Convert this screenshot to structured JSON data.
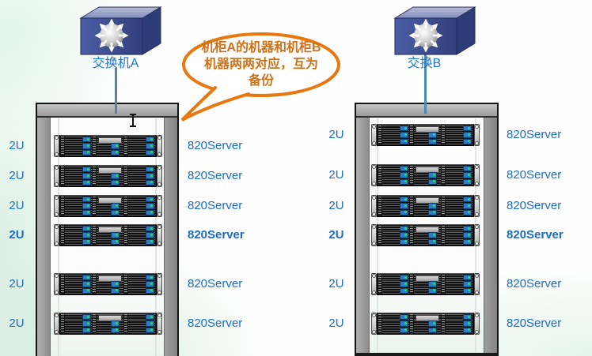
{
  "callout": {
    "lines": [
      "机柜A的机器和机柜B",
      "机器两两对应，互为",
      "备份"
    ]
  },
  "switches": [
    {
      "label": "交换机A"
    },
    {
      "label": "交换B"
    }
  ],
  "racks": [
    {
      "id": "a",
      "rows": [
        {
          "size": "2U",
          "model": "820Server",
          "emphasis": false
        },
        {
          "size": "2U",
          "model": "820Server",
          "emphasis": false
        },
        {
          "size": "2U",
          "model": "820Server",
          "emphasis": false
        },
        {
          "size": "2U",
          "model": "820Server",
          "emphasis": true
        },
        {
          "size": "2U",
          "model": "820Server",
          "emphasis": false
        },
        {
          "size": "2U",
          "model": "820Server",
          "emphasis": false
        }
      ]
    },
    {
      "id": "b",
      "rows": [
        {
          "size": "2U",
          "model": "820Server",
          "emphasis": false
        },
        {
          "size": "2U",
          "model": "820Server",
          "emphasis": false
        },
        {
          "size": "2U",
          "model": "820Server",
          "emphasis": false
        },
        {
          "size": "2U",
          "model": "820Server",
          "emphasis": true
        },
        {
          "size": "2U",
          "model": "820Server",
          "emphasis": false
        },
        {
          "size": "2U",
          "model": "820Server",
          "emphasis": false
        }
      ]
    }
  ],
  "colors": {
    "label_blue": "#1a6cc4",
    "switch_label_blue": "#1a78d4",
    "connector_blue": "#4f86b2",
    "callout_border": "#e9770e",
    "callout_text": "#cf7119",
    "caddy_blue": "#2c7cc6",
    "led_green": "#2ddc55"
  }
}
